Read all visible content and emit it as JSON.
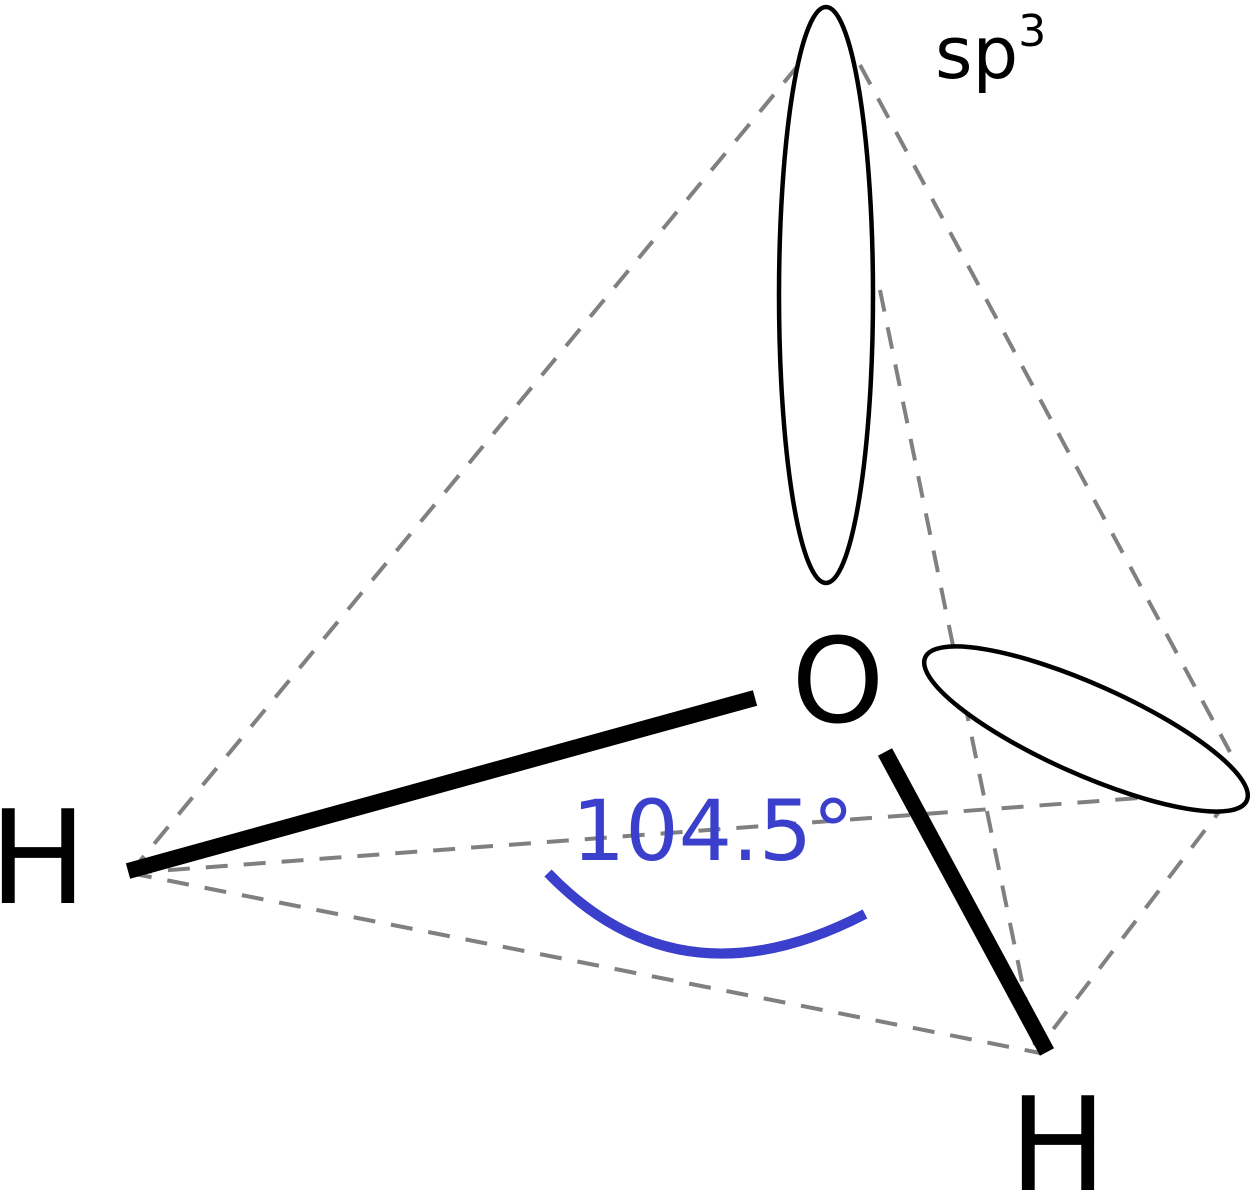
{
  "diagram": {
    "central_atom": "O",
    "left_atom": "H",
    "bottom_atom": "H",
    "angle_label": "104.5°",
    "hybridization_label": "sp",
    "hybridization_superscript": "3"
  },
  "colors": {
    "bond": "#000000",
    "dashed_edge": "#808080",
    "angle_arc": "#3a3fcc",
    "lobe_stroke": "#000000"
  },
  "icons": {
    "lone_pair_lobe": "ellipse-outline"
  }
}
